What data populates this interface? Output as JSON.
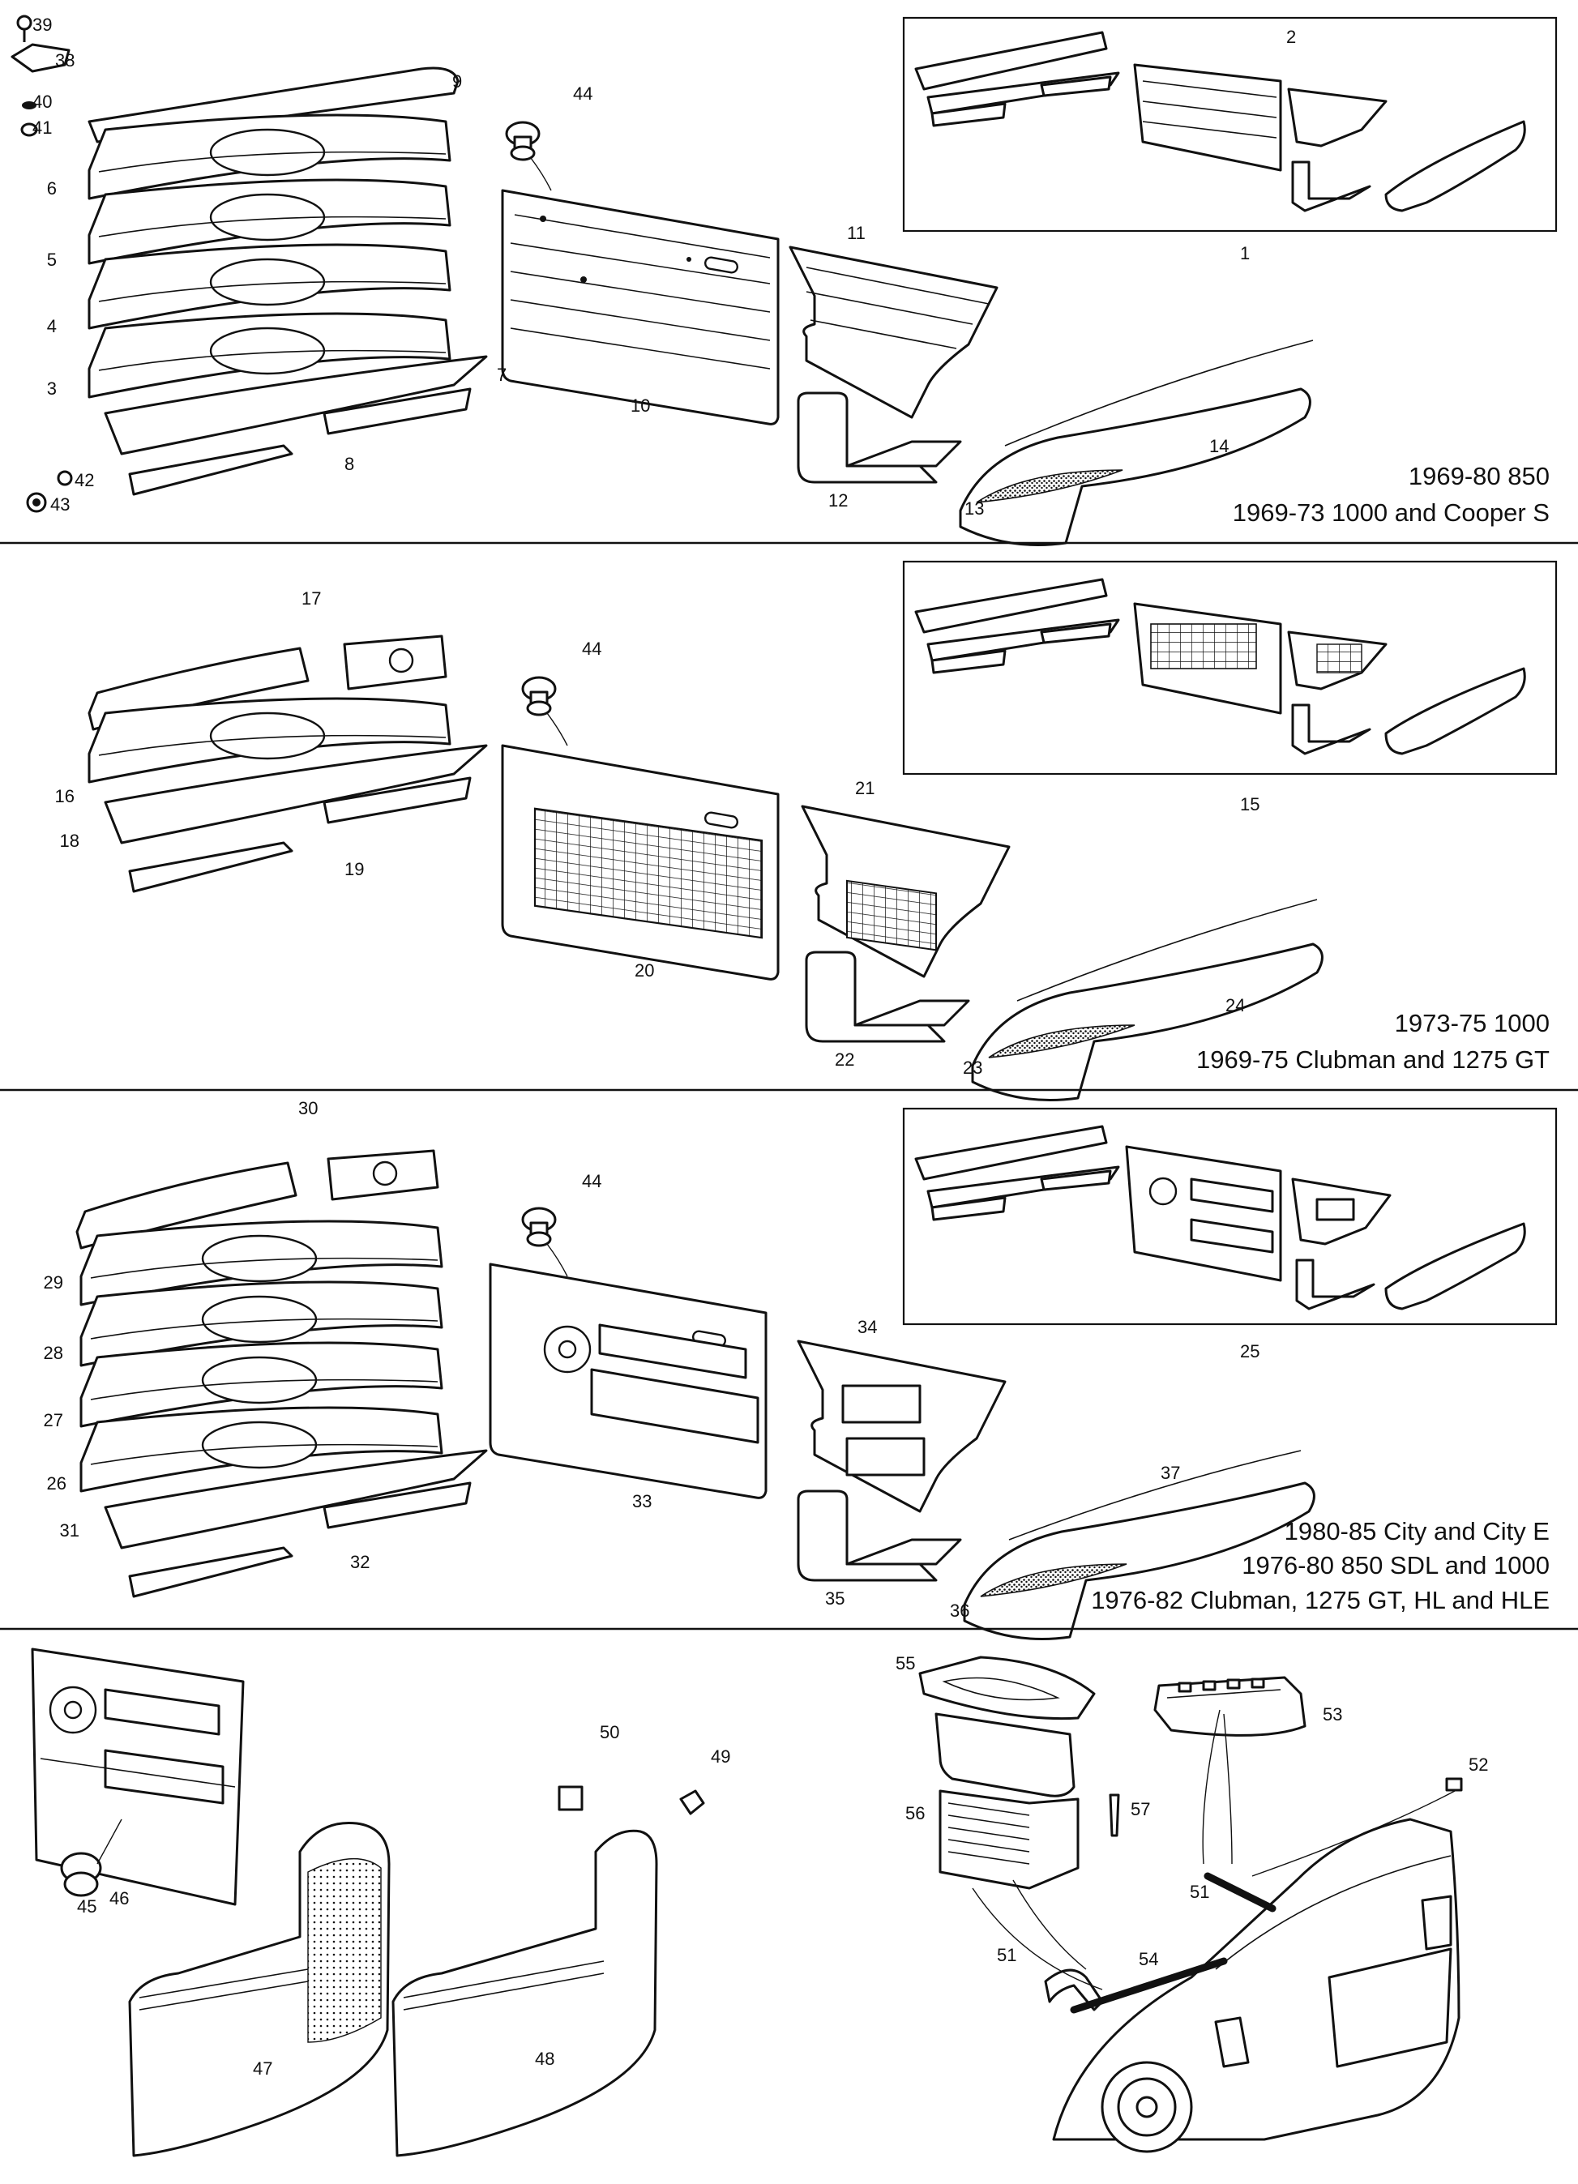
{
  "sections": [
    {
      "name": "section-1",
      "caption_lines": [
        "1969-80 850",
        "1969-73 1000 and Cooper S"
      ],
      "callouts": [
        "39",
        "38",
        "9",
        "40",
        "41",
        "6",
        "5",
        "4",
        "3",
        "7",
        "42",
        "43",
        "8",
        "44",
        "10",
        "11",
        "12",
        "13",
        "14",
        "2",
        "1"
      ]
    },
    {
      "name": "section-2",
      "caption_lines": [
        "1973-75 1000",
        "1969-75 Clubman and 1275 GT"
      ],
      "callouts": [
        "17",
        "44",
        "16",
        "18",
        "19",
        "20",
        "21",
        "22",
        "23",
        "24",
        "15"
      ]
    },
    {
      "name": "section-3",
      "caption_lines": [
        "1980-85 City and City E",
        "1976-80 850 SDL and 1000",
        "1976-82 Clubman, 1275 GT, HL and HLE"
      ],
      "callouts": [
        "30",
        "44",
        "29",
        "28",
        "27",
        "26",
        "31",
        "32",
        "33",
        "34",
        "35",
        "36",
        "37",
        "25"
      ]
    },
    {
      "name": "section-4",
      "caption_lines": [],
      "callouts": [
        "50",
        "49",
        "45",
        "46",
        "47",
        "48",
        "55",
        "53",
        "52",
        "56",
        "57",
        "51",
        "51",
        "54"
      ]
    }
  ],
  "colors": {
    "ink": "#111111",
    "paper": "#ffffff"
  }
}
